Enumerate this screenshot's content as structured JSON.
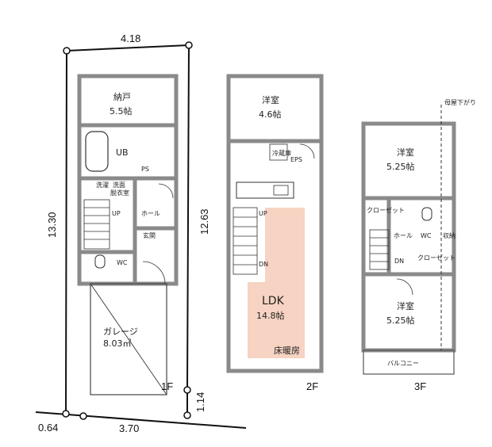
{
  "dimensions": {
    "top_width": "4.18",
    "left_depth": "13.30",
    "right_depth": "12.63",
    "bottom_left": "0.64",
    "bottom_main": "3.70",
    "bottom_right": "1.14"
  },
  "floor1": {
    "label": "1F",
    "storage_name": "納戸",
    "storage_size": "5.5帖",
    "bath": "UB",
    "ps": "PS",
    "washroom_line1": "洗面",
    "washroom_line2": "脱衣室",
    "washer": "洗濯",
    "up": "UP",
    "hall": "ホール",
    "entrance": "玄関",
    "wc": "WC",
    "garage_name": "ガレージ",
    "garage_size": "8.03㎡"
  },
  "floor2": {
    "label": "2F",
    "room_name": "洋室",
    "room_size": "4.6帖",
    "fridge": "冷蔵庫",
    "eps": "EPS",
    "up": "UP",
    "dn": "DN",
    "ldk_name": "LDK",
    "ldk_size": "14.8帖",
    "floor_heating": "床暖房",
    "floor_heating_color": "#f6d3c2"
  },
  "floor3": {
    "label": "3F",
    "roof_note": "母屋下がり",
    "room1_name": "洋室",
    "room1_size": "5.25帖",
    "closet1": "クローゼット",
    "hall": "ホール",
    "dn": "DN",
    "wc": "WC",
    "closet2": "クローゼット",
    "storage": "収納",
    "room2_name": "洋室",
    "room2_size": "5.25帖",
    "balcony": "バルコニー"
  },
  "colors": {
    "wall": "#8a8a8a",
    "line": "#222222",
    "heating": "#f6d3c2"
  }
}
